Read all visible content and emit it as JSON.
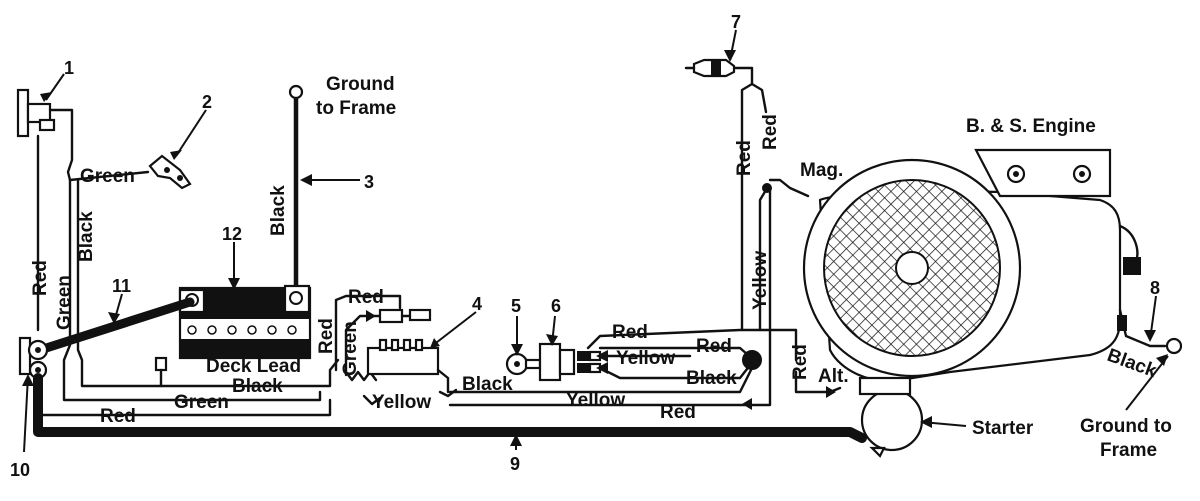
{
  "labels": {
    "ground_frame_top_1": "Ground",
    "ground_frame_top_2": "to Frame",
    "engine": "B. & S. Engine",
    "mag": "Mag.",
    "alt": "Alt.",
    "starter": "Starter",
    "ground_frame_right_1": "Ground to",
    "ground_frame_right_2": "Frame",
    "deck_lead": "Deck Lead"
  },
  "wire_labels": {
    "green_switch": "Green",
    "black_left": "Black",
    "green_left": "Green",
    "red_left": "Red",
    "black_cable": "Black",
    "red_top": "Red",
    "red_v": "Red",
    "green_v": "Green",
    "black_bottom": "Black",
    "green_bottom": "Green",
    "red_bottom": "Red",
    "yellow_mid": "Yellow",
    "black_mid": "Black",
    "yellow_long": "Yellow",
    "red_long": "Red",
    "red_ign_top": "Red",
    "red_ign_2": "Red",
    "yellow_ign": "Yellow",
    "black_ign": "Black",
    "red_mag_1": "Red",
    "red_mag_2": "Red",
    "yellow_mag": "Yellow",
    "red_alt": "Red",
    "black_engine": "Black"
  },
  "callouts": [
    "1",
    "2",
    "3",
    "4",
    "5",
    "6",
    "7",
    "8",
    "9",
    "10",
    "11",
    "12"
  ]
}
